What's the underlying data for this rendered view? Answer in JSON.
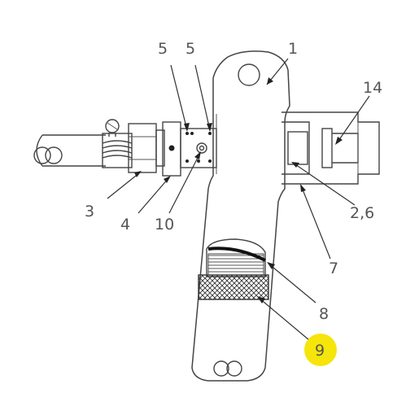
{
  "callouts": [
    {
      "id": "c1",
      "label": "1"
    },
    {
      "id": "c5a",
      "label": "5"
    },
    {
      "id": "c5b",
      "label": "5"
    },
    {
      "id": "c14",
      "label": "14"
    },
    {
      "id": "c3",
      "label": "3"
    },
    {
      "id": "c4",
      "label": "4"
    },
    {
      "id": "c10",
      "label": "10"
    },
    {
      "id": "c26",
      "label": "2,6"
    },
    {
      "id": "c7",
      "label": "7"
    },
    {
      "id": "c8",
      "label": "8"
    },
    {
      "id": "c9",
      "label": "9",
      "highlighted": true
    }
  ],
  "colors": {
    "highlight": "#f5e50a",
    "line": "#444444",
    "text": "#555555"
  }
}
